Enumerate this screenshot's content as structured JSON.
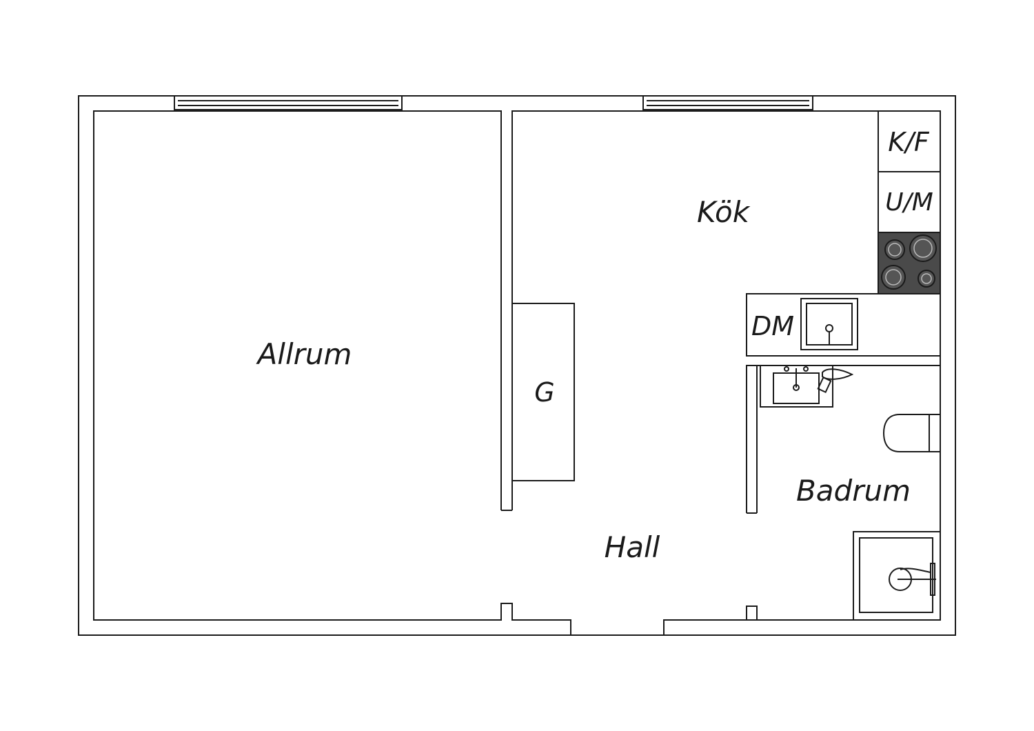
{
  "rooms": {
    "allrum": "Allrum",
    "kok": "Kök",
    "hall": "Hall",
    "badrum": "Badrum",
    "garderob": "G",
    "kyl_frys": "K/F",
    "ugn_micro": "U/M",
    "diskmaskin": "DM"
  },
  "colors": {
    "line": "#1a1a1a",
    "background": "#ffffff",
    "stove": "#4a4a4a"
  }
}
